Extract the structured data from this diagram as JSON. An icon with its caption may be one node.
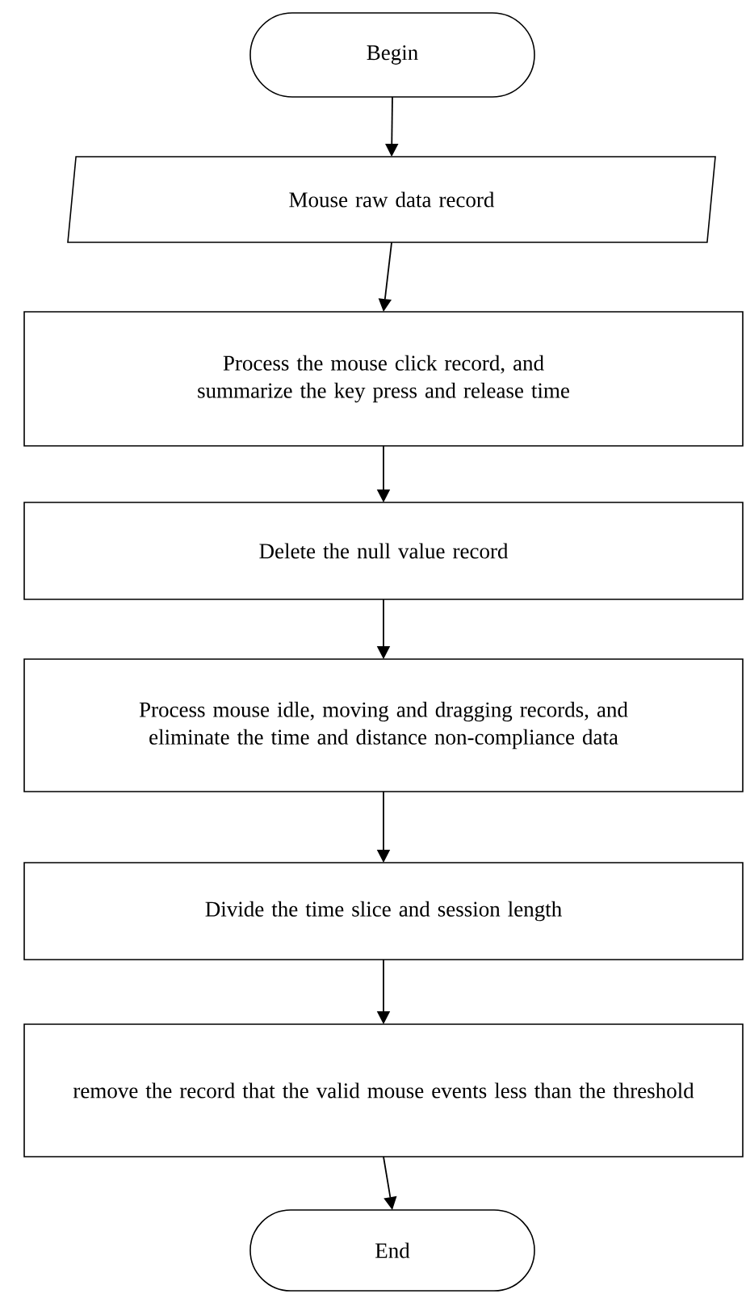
{
  "diagram": {
    "nodes": [
      {
        "text": [
          "Begin"
        ]
      },
      {
        "text": [
          "Mouse raw data record"
        ]
      },
      {
        "text": [
          "Process the mouse click record, and summarize the key press and release time"
        ]
      },
      {
        "text": [
          "Delete the null value record"
        ]
      },
      {
        "text": [
          "Process mouse idle, moving and dragging records, and eliminate the time and distance non-compliance data"
        ]
      },
      {
        "text": [
          "Divide the time slice and session length"
        ]
      },
      {
        "text": [
          "remove the record that the valid mouse events less than the threshold"
        ]
      },
      {
        "text": [
          "End"
        ]
      }
    ],
    "edges": [
      {
        "from": 0,
        "to": 1,
        "arrow": "to"
      },
      {
        "from": 1,
        "to": 2,
        "arrow": "to"
      },
      {
        "from": 2,
        "to": 3,
        "arrow": "to"
      },
      {
        "from": 3,
        "to": 4,
        "arrow": "to"
      },
      {
        "from": 4,
        "to": 5,
        "arrow": "to"
      },
      {
        "from": 5,
        "to": 6,
        "arrow": "to"
      },
      {
        "from": 6,
        "to": 7,
        "arrow": "to"
      }
    ]
  }
}
